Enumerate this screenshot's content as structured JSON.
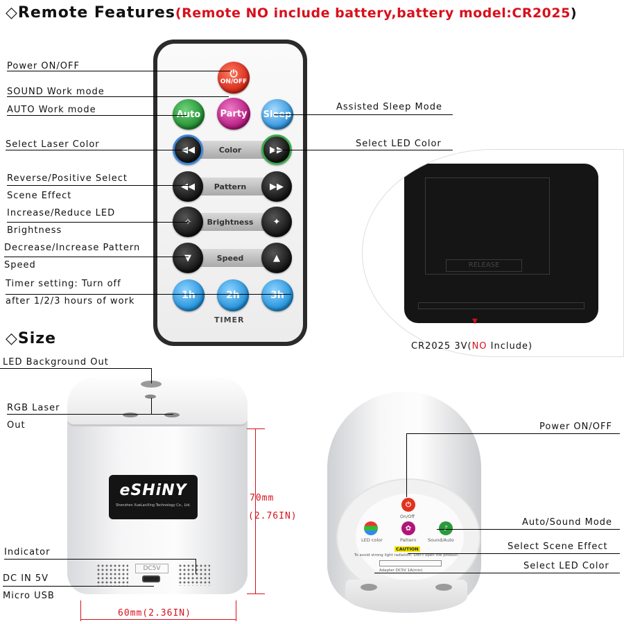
{
  "remote_section": {
    "diamond": "◇",
    "title": "Remote Features",
    "paren_open": "(",
    "note": "Remote NO include battery,battery model:CR2025",
    "paren_close": ")"
  },
  "remote_buttons": {
    "power": "ON/OFF",
    "auto": "Auto",
    "party": "Party",
    "sleep": "Sleep",
    "color": "Color",
    "pattern": "Pattern",
    "brightness": "Brightness",
    "speed": "Speed",
    "t1": "1h",
    "t2": "2h",
    "t3": "3h",
    "timer": "TIMER"
  },
  "remote_labels_left": [
    "Power ON/OFF",
    "SOUND Work mode",
    "AUTO Work mode",
    "Select Laser Color",
    "Reverse/Positive Select",
    "Scene Effect",
    "Increase/Reduce LED",
    "Brightness",
    "Decrease/Increase Pattern",
    "Speed",
    "Timer setting: Turn off",
    "after 1/2/3 hours of work"
  ],
  "remote_labels_right": [
    "Assisted Sleep Mode",
    "Select LED Color"
  ],
  "battery": {
    "release": "RELEASE",
    "caption_prefix": "CR2025 3V(",
    "caption_no": "NO",
    "caption_suffix": " Include)"
  },
  "size_section": {
    "diamond": "◇",
    "title": "Size"
  },
  "left_product_labels": [
    "LED Background Out",
    "RGB Laser",
    "Out",
    "Indicator",
    "DC IN 5V",
    "Micro USB"
  ],
  "logo": {
    "brand": "eSHiNY",
    "company": "Shenzhen XueLanXing Technology Co., Ltd."
  },
  "dc_label": "DC5V",
  "dimensions": {
    "height_mm": "70mm",
    "height_in": "(2.76IN)",
    "width": "60mm(2.36IN)"
  },
  "right_product_labels": [
    "Power ON/OFF",
    "Auto/Sound Mode",
    "Select Scene Effect",
    "Select LED Color"
  ],
  "panel": {
    "onoff": "On/Off",
    "led_color": "LED color",
    "pattern": "Pattern",
    "sound_auto": "Sound/Auto",
    "caution": "CAUTION",
    "warning": "To avoid strong light radiation. Don't open the product.",
    "adapter": "Adapter DC5V 1A(min)"
  },
  "colors": {
    "red": "#d8101c",
    "auto_btn": "#2a9a3a",
    "party_btn": "#c21e86",
    "sleep_btn": "#2f9ee6",
    "power_btn": "#e2321f"
  }
}
